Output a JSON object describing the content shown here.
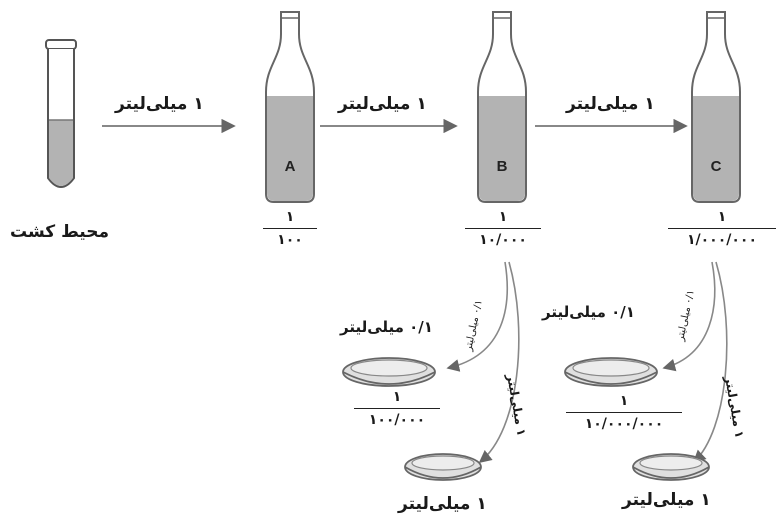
{
  "diagram": {
    "source_label": "محیط کشت",
    "transfer_1ml": "۱ میلی‌لیتر",
    "transfer_01ml": "۰/۱ میلی‌لیتر",
    "bottles": [
      {
        "letter": "A",
        "numerator": "۱",
        "denominator": "۱۰۰"
      },
      {
        "letter": "B",
        "numerator": "۱",
        "denominator": "۱۰/۰۰۰"
      },
      {
        "letter": "C",
        "numerator": "۱",
        "denominator": "۱/۰۰۰/۰۰۰"
      }
    ],
    "plates": [
      {
        "label": "۰/۱ میلی‌لیتر",
        "numerator": "۱",
        "denominator": "۱۰۰/۰۰۰"
      },
      {
        "label": "۰/۱ میلی‌لیتر",
        "numerator": "۱",
        "denominator": "۱۰/۰۰۰/۰۰۰"
      }
    ],
    "plate_bottom_label": "۱ میلی‌لیتر"
  }
}
